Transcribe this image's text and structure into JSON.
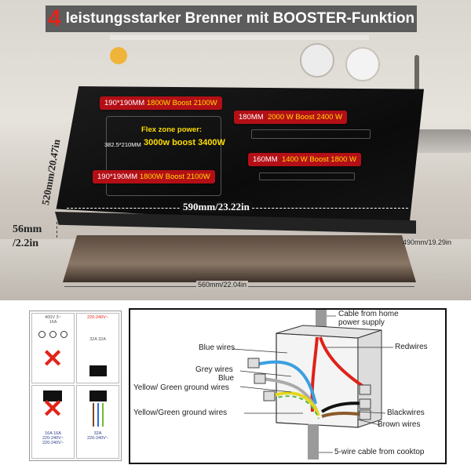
{
  "banner": {
    "number": "4",
    "text": "leistungsstarker Brenner mit BOOSTER-Funktion"
  },
  "zones": {
    "top_left": {
      "size": "190*190MM",
      "power": "1800W Boost",
      "boost": "2100W"
    },
    "flex": {
      "title": "Flex zone power:",
      "size": "382.5*210MM",
      "power": "3000w boost 3400W"
    },
    "bottom_left": {
      "size": "190*190MM",
      "power": "1800W Boost",
      "boost": "2100W"
    },
    "top_right": {
      "size": "180MM",
      "power": "2000 W Boost 2400 W"
    },
    "bottom_right": {
      "size": "160MM",
      "power": "1400 W Boost 1800 W"
    }
  },
  "dimensions": {
    "depth": "520mm/20.47in",
    "width": "590mm/23.22in",
    "height_mm": "56mm",
    "height_in": "/2.2in",
    "cutout_depth": "490mm/19.29in",
    "cutout_width": "560mm/22.04in"
  },
  "left_diagram": {
    "cells": [
      {
        "top": "400V 3~\n16A",
        "bottom": ""
      },
      {
        "top": "220-240V~",
        "bottom": "32A 32A"
      },
      {
        "top": "",
        "bottom": "16A 16A\n220-240V~\n220-240V~"
      },
      {
        "top": "",
        "bottom": "32A\n220-240V~"
      }
    ]
  },
  "wiring": {
    "cable_home": "Cable from home\npower supply",
    "red": "Redwires",
    "blue": "Blue wires",
    "grey": "Grey  wires",
    "blue2": "Blue",
    "yg1": "Yellow/ Green ground wires",
    "yg2": "Yellow/Green  ground wires",
    "black": "Blackwires",
    "brown": "Brown wires",
    "cable_cooktop": "5-wire cable from cooktop"
  },
  "colors": {
    "tag_red": "#b40f16",
    "highlight_yellow": "#ffde00",
    "banner_red": "#e2231a"
  }
}
